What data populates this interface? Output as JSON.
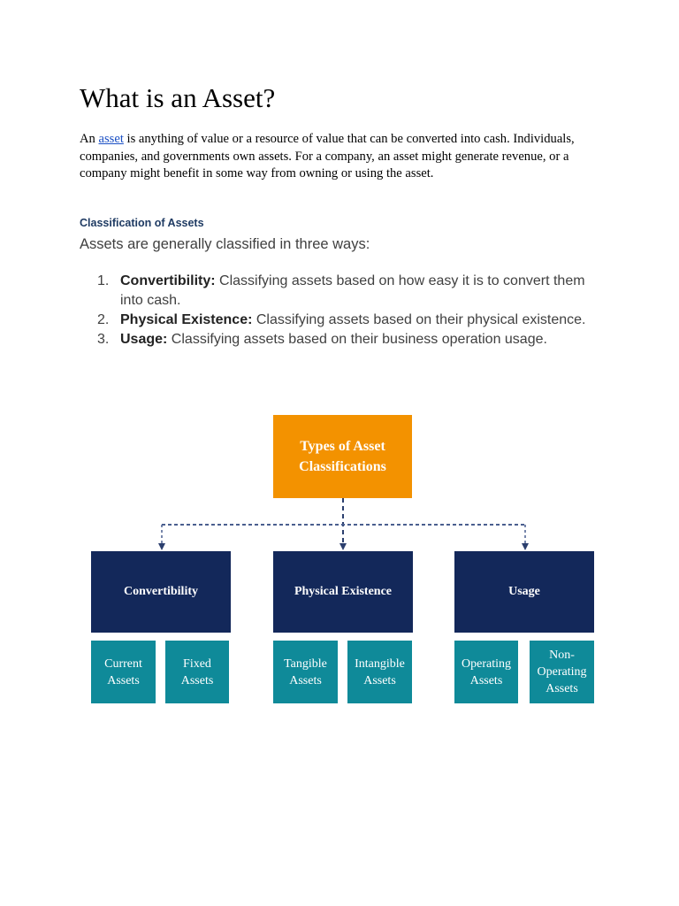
{
  "title": "What is an Asset?",
  "intro": {
    "before_link": "An ",
    "link_text": "asset",
    "after_link": " is anything of value or a resource of value that can be converted into cash. Individuals, companies, and governments own assets. For a company, an asset might generate revenue, or a company might benefit in some way from owning or using the asset."
  },
  "section_heading": "Classification of Assets",
  "lead": "Assets are generally classified in three ways:",
  "list": [
    {
      "number": "1.",
      "term": "Convertibility:",
      "text": " Classifying assets based on how easy it is to convert them into cash."
    },
    {
      "number": "2.",
      "term": "Physical Existence:",
      "text": " Classifying assets based on their physical existence."
    },
    {
      "number": "3.",
      "term": "Usage:",
      "text": " Classifying assets based on their business operation usage."
    }
  ],
  "diagram": {
    "root": {
      "label_line1": "Types of Asset",
      "label_line2": "Classifications"
    },
    "categories": [
      {
        "label": "Convertibility",
        "leaves": [
          {
            "line1": "Current",
            "line2": "Assets"
          },
          {
            "line1": "Fixed",
            "line2": "Assets"
          }
        ]
      },
      {
        "label": "Physical Existence",
        "leaves": [
          {
            "line1": "Tangible",
            "line2": "Assets"
          },
          {
            "line1": "Intangible",
            "line2": "Assets"
          }
        ]
      },
      {
        "label": "Usage",
        "leaves": [
          {
            "line1": "Operating",
            "line2": "Assets"
          },
          {
            "line1": "Non-",
            "line2": "Operating",
            "line3": "Assets"
          }
        ]
      }
    ],
    "colors": {
      "root": "#f39200",
      "category": "#13285a",
      "leaf": "#0f8a99",
      "connector": "#2b3f6e"
    }
  }
}
